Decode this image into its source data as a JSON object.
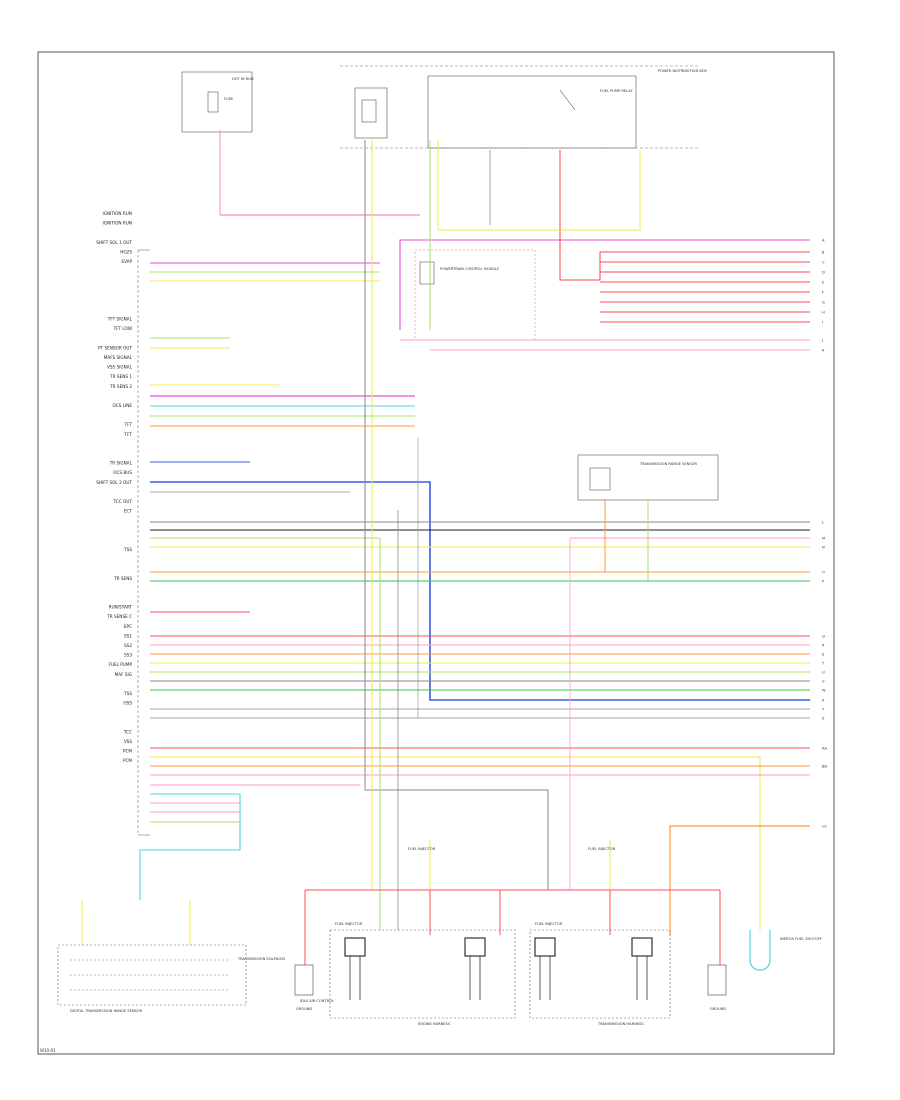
{
  "diagram": {
    "footer_code": "W10-01",
    "left_signals": [
      "IGNITION RUN",
      "IGNITION RUN",
      "",
      "SHIFT SOL 1 OUT",
      "HO2S",
      "EVAP",
      "",
      "",
      "",
      "",
      "",
      "TFT SIGNAL",
      "TFT LOW",
      "",
      "PT SENSOR OUT",
      "MAFS SIGNAL",
      "VSS SIGNAL",
      "TR SENS 1",
      "TR SENS 2",
      "",
      "OCS LINE",
      "",
      "TFT",
      "TFT",
      "",
      "",
      "TR SIGNAL",
      "OCS BUS",
      "SHIFT SOL 2 OUT",
      "",
      "TCC OUT",
      "ECT",
      "",
      "",
      "",
      "TSS",
      "",
      "",
      "TR SENS",
      "",
      "",
      "RUN/START",
      "TR SENSE C",
      "EPC",
      "SS1",
      "SS2",
      "SS3",
      "FUEL PUMP",
      "MAF SIG",
      "",
      "TSS",
      "OSS",
      "",
      "",
      "TCC",
      "VSS",
      "PCM",
      "PCM"
    ],
    "right_refs": [
      "A",
      "B",
      "C",
      "D",
      "E",
      "F",
      "G",
      "H",
      "I",
      "J",
      "K",
      "L",
      "M",
      "N",
      "O",
      "P",
      "Q",
      "R",
      "S",
      "T",
      "U",
      "V",
      "W",
      "X",
      "Y",
      "Z",
      "AA",
      "BB",
      "CC"
    ],
    "components": [
      "HOT IN RUN",
      "FUSE",
      "POWERTRAIN CONTROL MODULE",
      "TRANSMISSION RANGE SENSOR",
      "DIGITAL TRANSMISSION RANGE SENSOR",
      "FUEL INJECTOR",
      "FUEL INJECTOR",
      "FUEL INJECTOR",
      "FUEL INJECTOR",
      "IDLE AIR CONTROL",
      "TRANSMISSION SOLENOID",
      "INERTIA FUEL SHUTOFF",
      "POWER DISTRIBUTION BOX",
      "FUEL PUMP RELAY",
      "ENGINE HARNESS",
      "TRANSMISSION HARNESS",
      "GROUND",
      "GROUND"
    ],
    "wire_colors": {
      "red": "#ff4b5c",
      "pink": "#ff9ec8",
      "magenta": "#e64ddc",
      "orange": "#ff9a3c",
      "yellow": "#f2e84a",
      "lightgreen": "#a8e06a",
      "green": "#36c74b",
      "cyan": "#4fd6e0",
      "blue": "#3a5fe0",
      "gray": "#8a8a8a",
      "black": "#222222"
    }
  }
}
